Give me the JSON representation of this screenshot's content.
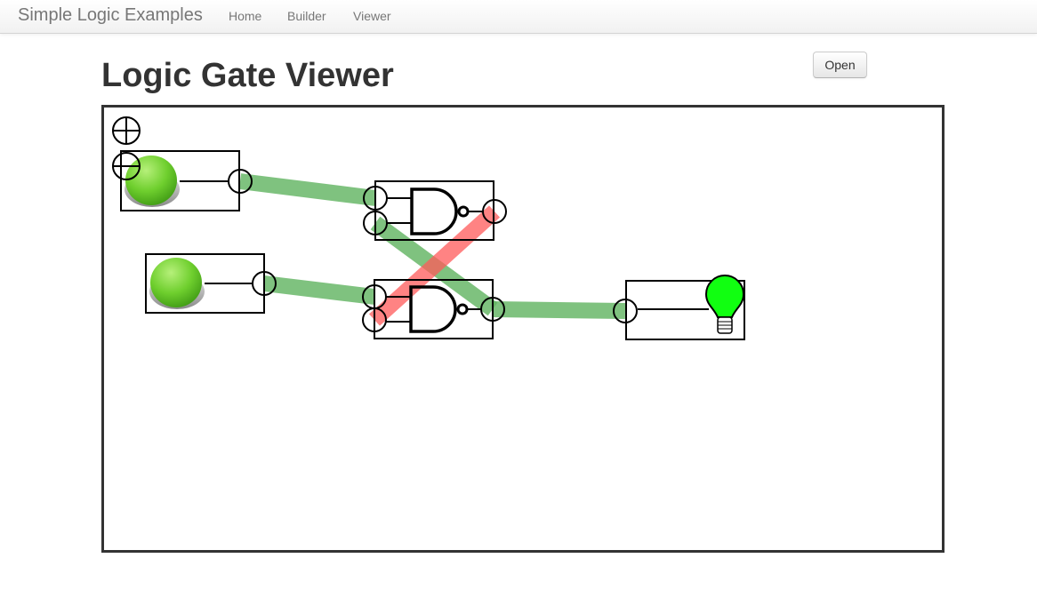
{
  "navbar": {
    "brand": "Simple Logic Examples",
    "links": [
      {
        "label": "Home"
      },
      {
        "label": "Builder"
      },
      {
        "label": "Viewer"
      }
    ]
  },
  "page": {
    "title": "Logic Gate Viewer",
    "open_button": "Open"
  },
  "canvas": {
    "zoom_in_icon": "plus-circle-icon",
    "zoom_out_icon": "minus-circle-icon",
    "colors": {
      "wire_on": "#7cbf7c",
      "wire_off": "#ff7a7a",
      "button_green": "#6fcf2e",
      "bulb_on": "#11ff11",
      "stroke": "#000000"
    },
    "components": [
      {
        "type": "button",
        "state": "on",
        "icon": "push-button-icon"
      },
      {
        "type": "button",
        "state": "on",
        "icon": "push-button-icon"
      },
      {
        "type": "nand",
        "output": "off",
        "icon": "nand-gate-icon"
      },
      {
        "type": "nand",
        "output": "on",
        "icon": "nand-gate-icon"
      },
      {
        "type": "bulb",
        "state": "on",
        "icon": "light-bulb-icon"
      }
    ]
  }
}
